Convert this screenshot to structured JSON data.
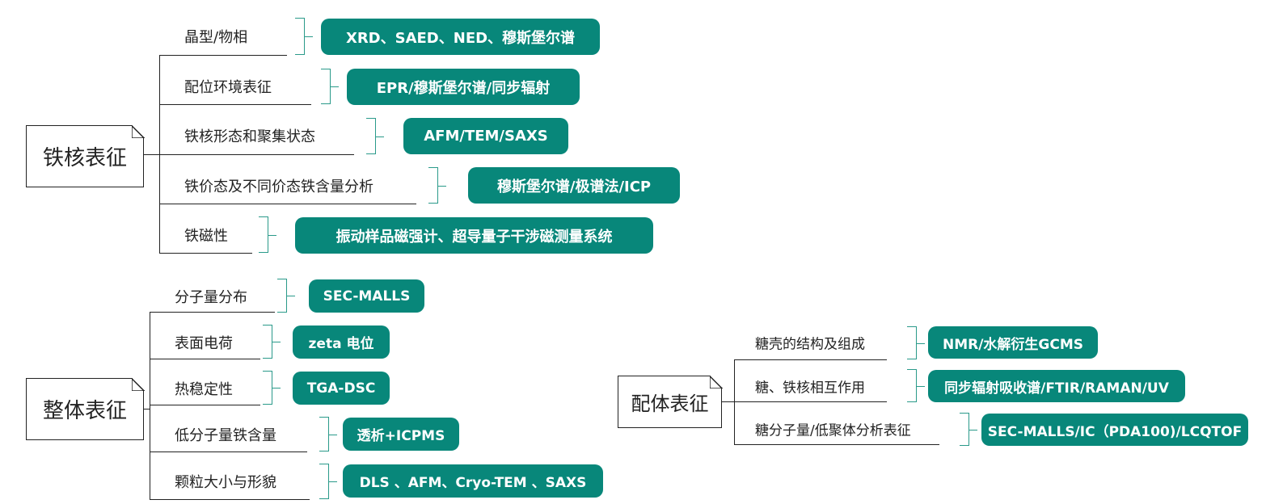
{
  "groups": [
    {
      "title": "铁核表征",
      "branches": [
        {
          "label": "晶型/物相",
          "methods": "XRD、SAED、NED、穆斯堡尔谱"
        },
        {
          "label": "配位环境表征",
          "methods": "EPR/穆斯堡尔谱/同步辐射"
        },
        {
          "label": "铁核形态和聚集状态",
          "methods": "AFM/TEM/SAXS"
        },
        {
          "label": "铁价态及不同价态铁含量分析",
          "methods": "穆斯堡尔谱/极谱法/ICP"
        },
        {
          "label": "铁磁性",
          "methods": "振动样品磁强计、超导量子干涉磁测量系统"
        }
      ]
    },
    {
      "title": "整体表征",
      "branches": [
        {
          "label": "分子量分布",
          "methods": "SEC-MALLS"
        },
        {
          "label": "表面电荷",
          "methods": "zeta 电位"
        },
        {
          "label": "热稳定性",
          "methods": "TGA-DSC"
        },
        {
          "label": "低分子量铁含量",
          "methods": "透析+ICPMS"
        },
        {
          "label": "颗粒大小与形貌",
          "methods": "DLS 、AFM、Cryo-TEM 、SAXS"
        }
      ]
    },
    {
      "title": "配体表征",
      "branches": [
        {
          "label": "糖壳的结构及组成",
          "methods": "NMR/水解衍生GCMS"
        },
        {
          "label": "糖、铁核相互作用",
          "methods": "同步辐射吸收谱/FTIR/RAMAN/UV"
        },
        {
          "label": "糖分子量/低聚体分析表征",
          "methods": "SEC-MALLS/IC（PDA100)/LCQTOF"
        }
      ]
    }
  ],
  "colors": {
    "pill": "#08877a",
    "bracket": "#2a9a8a",
    "line": "#222222"
  }
}
